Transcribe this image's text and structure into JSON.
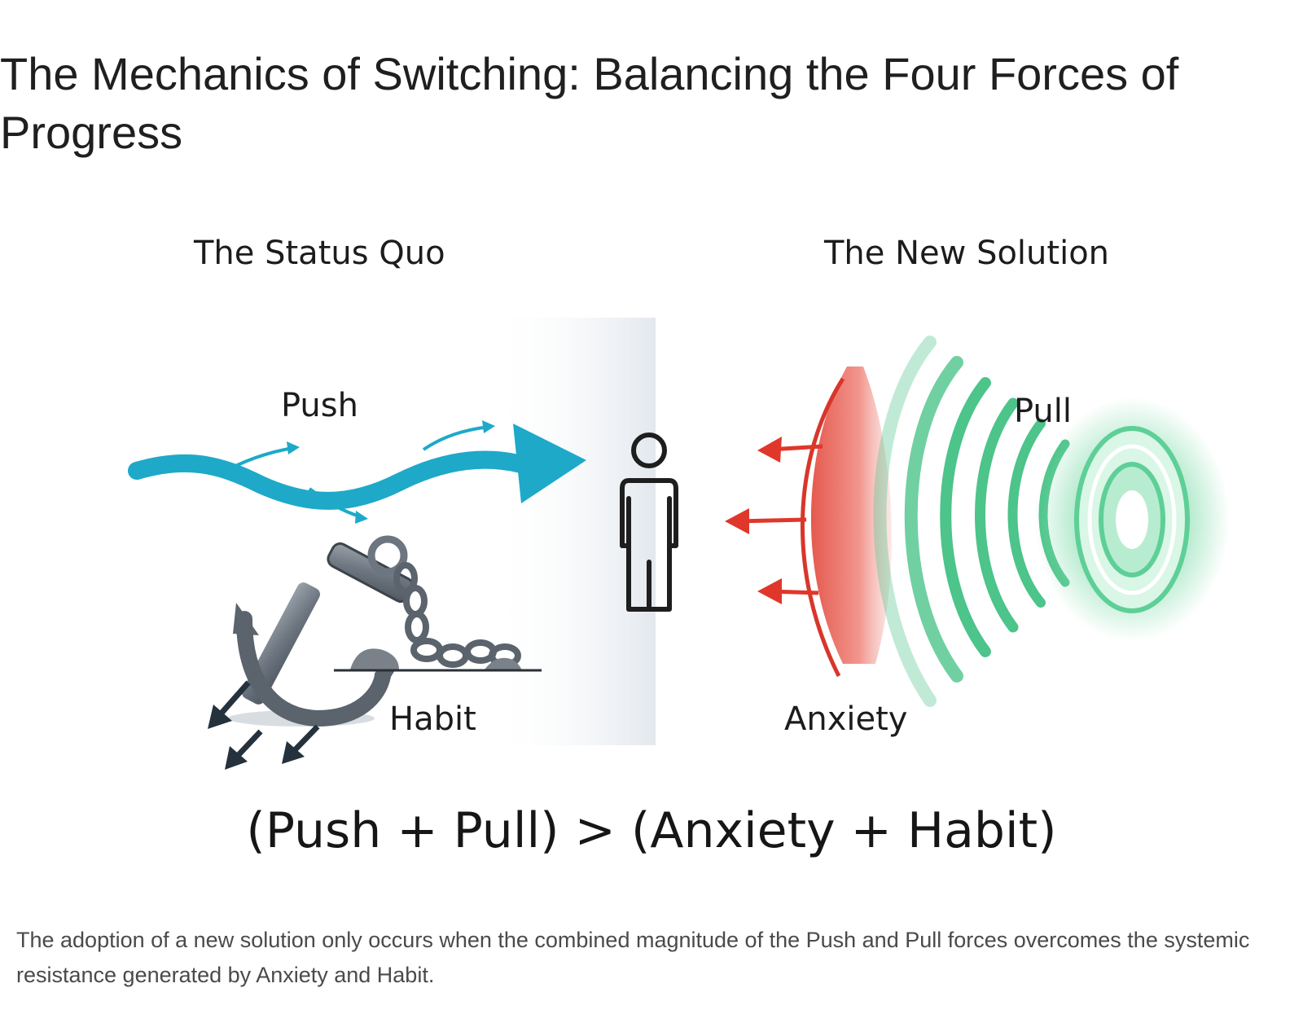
{
  "title": "The Mechanics of Switching: Balancing the Four Forces of Progress",
  "diagram": {
    "left_heading": "The Status Quo",
    "right_heading": "The New Solution",
    "forces": {
      "push": "Push",
      "pull": "Pull",
      "habit": "Habit",
      "anxiety": "Anxiety"
    },
    "formula": "(Push + Pull) > (Anxiety + Habit)",
    "colors": {
      "push": "#1ea9c9",
      "pull": "#4cc48a",
      "anxiety": "#e04a3f",
      "habit": "#25313c",
      "person": "#1e1e1e"
    },
    "icons": [
      "wave-arrow-icon",
      "anchor-icon",
      "chain-icon",
      "person-icon",
      "red-arrow-icon",
      "sound-wave-icon",
      "target-icon"
    ]
  },
  "caption": "The adoption of a new solution only occurs when the combined magnitude of the Push and Pull forces overcomes the systemic resistance generated by Anxiety and Habit."
}
